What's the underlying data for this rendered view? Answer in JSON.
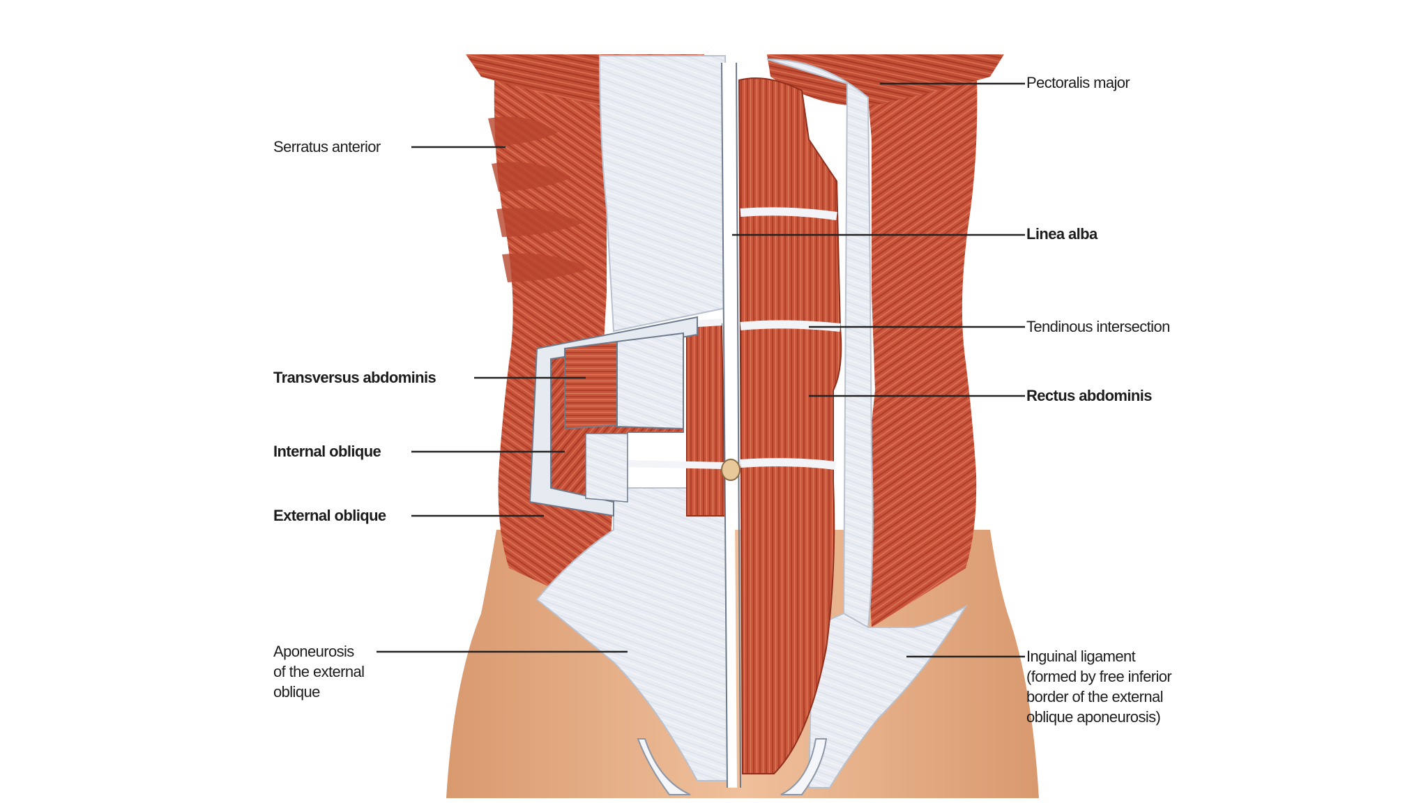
{
  "diagram": {
    "labels": {
      "pectoralis_major": "Pectoralis major",
      "serratus_anterior": "Serratus anterior",
      "linea_alba": "Linea alba",
      "tendinous_intersection": "Tendinous intersection",
      "transversus_abdominis": "Transversus abdominis",
      "rectus_abdominis": "Rectus abdominis",
      "internal_oblique": "Internal oblique",
      "external_oblique": "External oblique",
      "aponeurosis_external_oblique": "Aponeurosis\nof the external\noblique",
      "inguinal_ligament": "Inguinal ligament\n(formed by free inferior\nborder of the external\noblique aponeurosis)"
    },
    "colors": {
      "muscle": "#c9553b",
      "muscle_dark": "#a83a26",
      "muscle_light": "#dc7a5c",
      "aponeurosis": "#e8ecf2",
      "skin": "#e9b48c",
      "skin_shadow": "#d99d74",
      "leader_line": "#222222",
      "background": "#ffffff"
    }
  }
}
